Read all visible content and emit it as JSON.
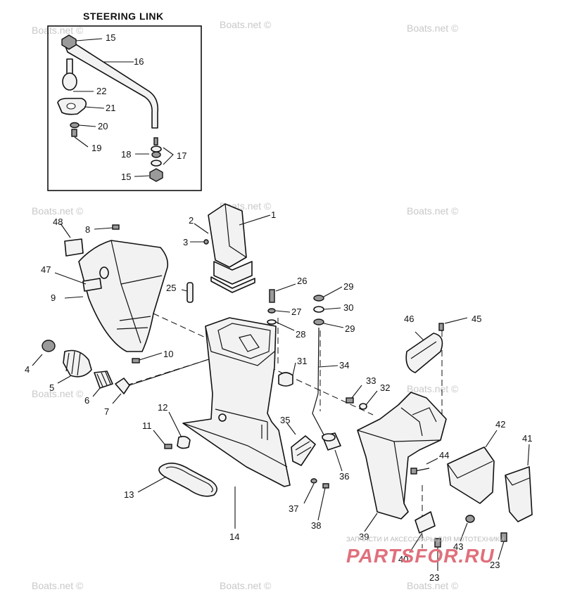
{
  "steering_link_title": "STEERING LINK",
  "watermark_text": "Boats.net ©",
  "brand_logo": "PARTSFOR.RU",
  "brand_tagline": "ЗАПЧАСТИ И АКСЕССУАРЫ ДЛЯ МОТОТЕХНИКИ",
  "callouts": {
    "c1": "1",
    "c2": "2",
    "c3": "3",
    "c4": "4",
    "c5": "5",
    "c6": "6",
    "c7": "7",
    "c8": "8",
    "c9": "9",
    "c10": "10",
    "c11": "11",
    "c12": "12",
    "c13": "13",
    "c14": "14",
    "c15a": "15",
    "c15b": "15",
    "c16": "16",
    "c17": "17",
    "c18": "18",
    "c19": "19",
    "c20": "20",
    "c21": "21",
    "c22": "22",
    "c23a": "23",
    "c23b": "23",
    "c25": "25",
    "c26": "26",
    "c27": "27",
    "c28": "28",
    "c29a": "29",
    "c29b": "29",
    "c30": "30",
    "c31": "31",
    "c32": "32",
    "c33": "33",
    "c34": "34",
    "c35": "35",
    "c36": "36",
    "c37": "37",
    "c38": "38",
    "c39": "39",
    "c40": "40",
    "c41": "41",
    "c42": "42",
    "c43": "43",
    "c44": "44",
    "c45": "45",
    "c46": "46",
    "c47": "47",
    "c48": "48"
  }
}
